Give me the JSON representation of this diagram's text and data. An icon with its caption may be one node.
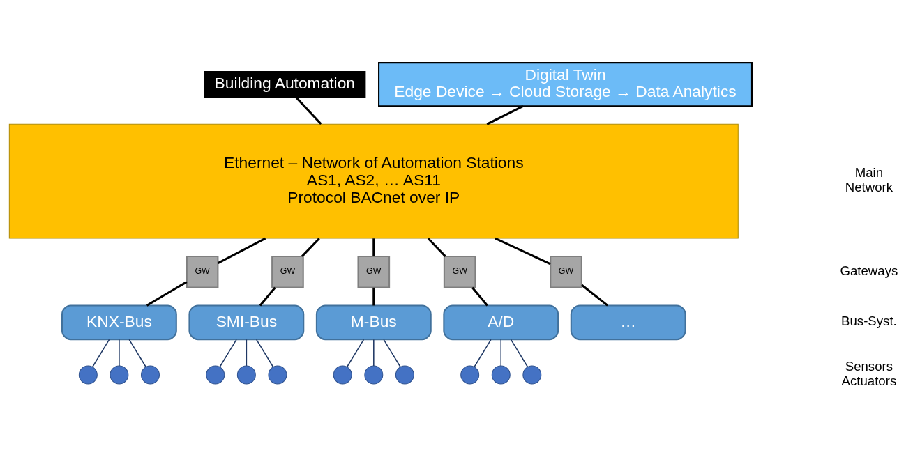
{
  "diagram": {
    "nodes": [
      {
        "text": [
          "Building Automation"
        ]
      },
      {
        "text": [
          "Digital Twin",
          "Edge Device → Cloud Storage → Data Analytics"
        ]
      },
      {
        "text": [
          "Ethernet – Network of Automation Stations",
          "AS1, AS2, … AS11",
          "Protocol BACnet over IP"
        ]
      },
      {
        "text": [
          "GW"
        ]
      },
      {
        "text": [
          "GW"
        ]
      },
      {
        "text": [
          "GW"
        ]
      },
      {
        "text": [
          "GW"
        ]
      },
      {
        "text": [
          "GW"
        ]
      },
      {
        "text": [
          "KNX-Bus"
        ]
      },
      {
        "text": [
          "SMI-Bus"
        ]
      },
      {
        "text": [
          "M-Bus"
        ]
      },
      {
        "text": [
          "A/D"
        ]
      },
      {
        "text": [
          "…"
        ]
      },
      {
        "text": [],
        "shape": "circle"
      },
      {
        "text": [],
        "shape": "circle"
      },
      {
        "text": [],
        "shape": "circle"
      },
      {
        "text": [],
        "shape": "circle"
      },
      {
        "text": [],
        "shape": "circle"
      },
      {
        "text": [],
        "shape": "circle"
      },
      {
        "text": [],
        "shape": "circle"
      },
      {
        "text": [],
        "shape": "circle"
      },
      {
        "text": [],
        "shape": "circle"
      },
      {
        "text": [],
        "shape": "circle"
      },
      {
        "text": [],
        "shape": "circle"
      },
      {
        "text": [],
        "shape": "circle"
      }
    ],
    "edges": [
      {
        "from": 0,
        "to": 2,
        "arrow": "none"
      },
      {
        "from": 1,
        "to": 2,
        "arrow": "none"
      },
      {
        "from": 2,
        "to": 3,
        "arrow": "none"
      },
      {
        "from": 2,
        "to": 4,
        "arrow": "none"
      },
      {
        "from": 2,
        "to": 5,
        "arrow": "none"
      },
      {
        "from": 2,
        "to": 6,
        "arrow": "none"
      },
      {
        "from": 2,
        "to": 7,
        "arrow": "none"
      },
      {
        "from": 3,
        "to": 8,
        "arrow": "none"
      },
      {
        "from": 4,
        "to": 9,
        "arrow": "none"
      },
      {
        "from": 5,
        "to": 10,
        "arrow": "none"
      },
      {
        "from": 6,
        "to": 11,
        "arrow": "none"
      },
      {
        "from": 7,
        "to": 12,
        "arrow": "none"
      },
      {
        "from": 8,
        "to": 13,
        "arrow": "none",
        "color": "#1f3864"
      },
      {
        "from": 8,
        "to": 14,
        "arrow": "none",
        "color": "#1f3864"
      },
      {
        "from": 8,
        "to": 15,
        "arrow": "none",
        "color": "#1f3864"
      },
      {
        "from": 9,
        "to": 16,
        "arrow": "none",
        "color": "#1f3864"
      },
      {
        "from": 9,
        "to": 17,
        "arrow": "none",
        "color": "#1f3864"
      },
      {
        "from": 9,
        "to": 18,
        "arrow": "none",
        "color": "#1f3864"
      },
      {
        "from": 10,
        "to": 19,
        "arrow": "none",
        "color": "#1f3864"
      },
      {
        "from": 10,
        "to": 20,
        "arrow": "none",
        "color": "#1f3864"
      },
      {
        "from": 10,
        "to": 21,
        "arrow": "none",
        "color": "#1f3864"
      },
      {
        "from": 11,
        "to": 22,
        "arrow": "none",
        "color": "#1f3864"
      },
      {
        "from": 11,
        "to": 23,
        "arrow": "none",
        "color": "#1f3864"
      },
      {
        "from": 11,
        "to": 24,
        "arrow": "none",
        "color": "#1f3864"
      }
    ],
    "labels": [
      "Main Network",
      "Gateways",
      "Bus-Syst.",
      "Sensors Actuators"
    ]
  }
}
